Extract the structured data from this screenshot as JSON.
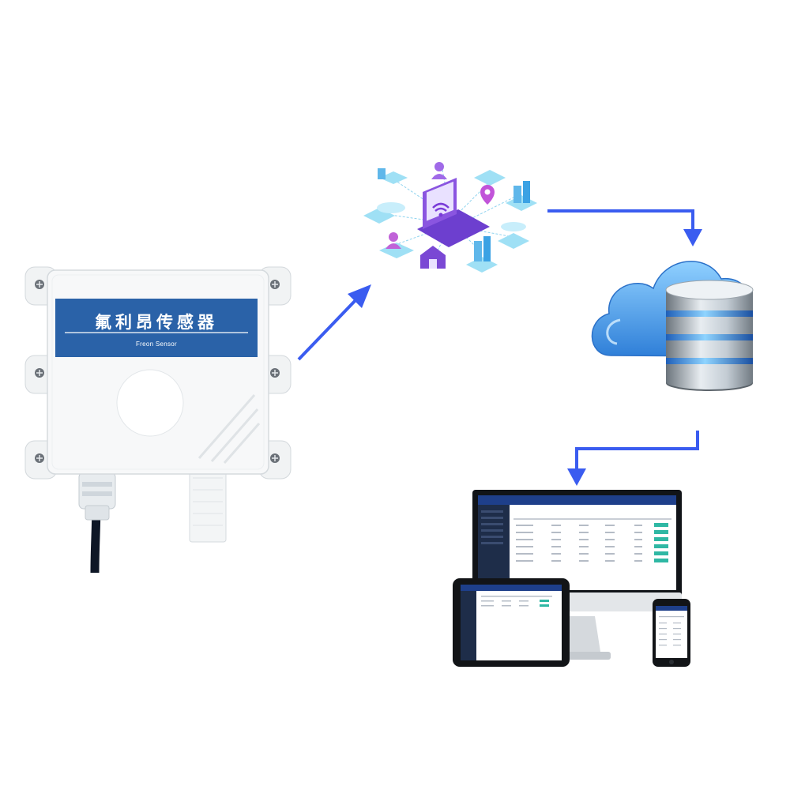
{
  "sensor": {
    "title_cn": "氟利昂传感器",
    "title_en": "Freon Sensor"
  },
  "colors": {
    "label_blue": "#2a62a8",
    "arrow_blue": "#3a5cf0",
    "cloud_blue": "#3b8fe0",
    "iot_cyan": "#37c0e8",
    "iot_purple": "#8a55e0",
    "screen_navy": "#1e2d49"
  },
  "icons": [
    "freon-sensor-device",
    "iot-network-icon",
    "cloud-database-icon",
    "monitor-device",
    "tablet-device",
    "phone-device"
  ]
}
